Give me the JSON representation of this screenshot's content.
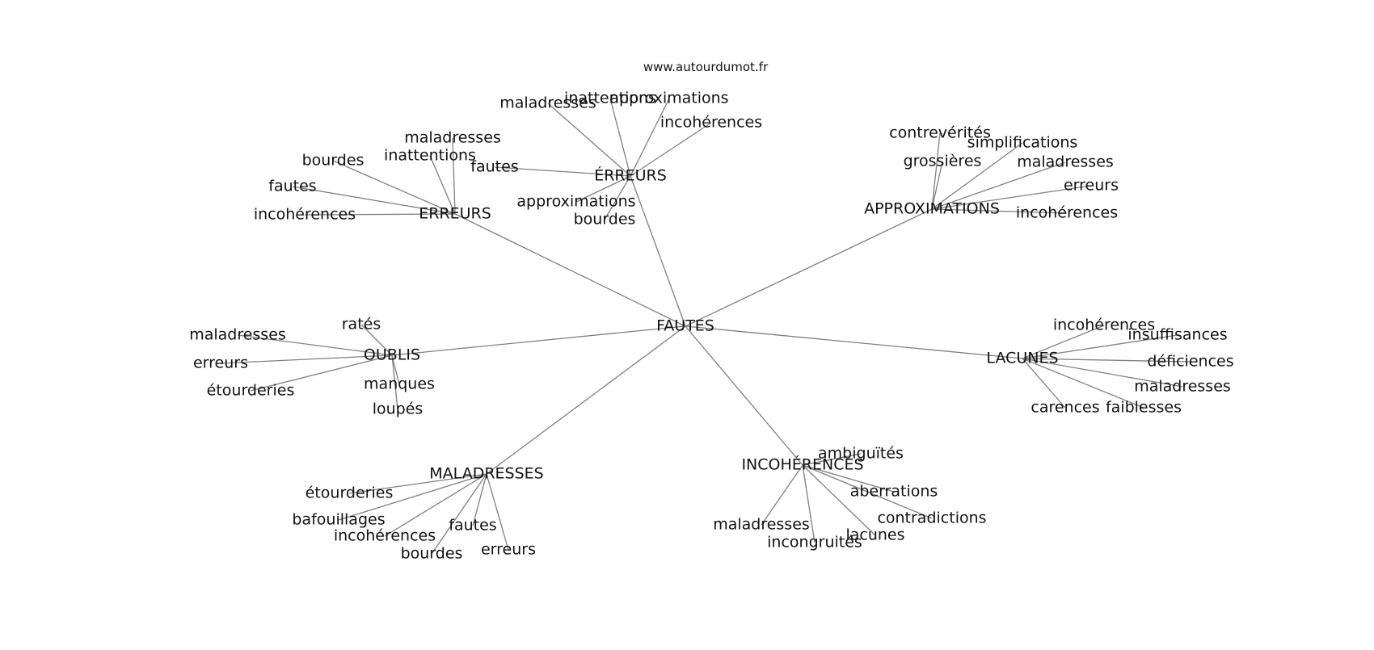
{
  "source_text": "www.autourdumot.fr",
  "graph": {
    "root": "FAUTES",
    "groups": [
      {
        "hub": "ÉRREURS",
        "words": [
          "maladresses",
          "inattentions",
          "approximations",
          "incohérences",
          "fautes",
          "approximations",
          "bourdes"
        ]
      },
      {
        "hub": "ERREURS",
        "words": [
          "maladresses",
          "inattentions",
          "bourdes",
          "fautes",
          "incohérences"
        ]
      },
      {
        "hub": "APPROXIMATIONS",
        "words": [
          "contrevérités",
          "simplifications",
          "grossières",
          "maladresses",
          "erreurs",
          "incohérences"
        ]
      },
      {
        "hub": "OUBLIS",
        "words": [
          "ratés",
          "maladresses",
          "erreurs",
          "étourderies",
          "manques",
          "loupés"
        ]
      },
      {
        "hub": "LACUNES",
        "words": [
          "incohérences",
          "insuffisances",
          "déficiences",
          "maladresses",
          "carences",
          "faiblesses"
        ]
      },
      {
        "hub": "MALADRESSES",
        "words": [
          "étourderies",
          "bafouillages",
          "incohérences",
          "fautes",
          "bourdes",
          "erreurs"
        ]
      },
      {
        "hub": "INCOHÉRENCES",
        "words": [
          "ambiguïtés",
          "aberrations",
          "contradictions",
          "maladresses",
          "incongruités",
          "lacunes"
        ]
      }
    ]
  }
}
